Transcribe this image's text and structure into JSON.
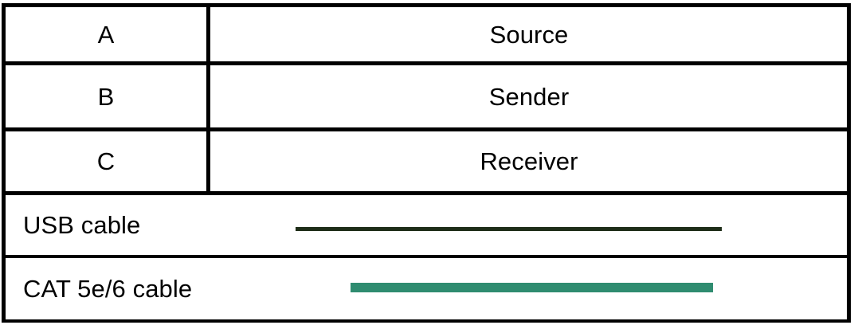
{
  "table": {
    "mapping_rows": [
      {
        "key": "A",
        "value": "Source"
      },
      {
        "key": "B",
        "value": "Sender"
      },
      {
        "key": "C",
        "value": "Receiver"
      }
    ],
    "legend_rows": [
      {
        "label": "USB cable",
        "swatch_color": "#1e2d18",
        "swatch_style": "thin-line"
      },
      {
        "label": "CAT 5e/6 cable",
        "swatch_color": "#2f8c70",
        "swatch_style": "thick-bar"
      }
    ]
  },
  "colors": {
    "border": "#000000",
    "text": "#000000",
    "background": "#ffffff",
    "usb_cable": "#1e2d18",
    "cat_cable": "#2f8c70"
  }
}
